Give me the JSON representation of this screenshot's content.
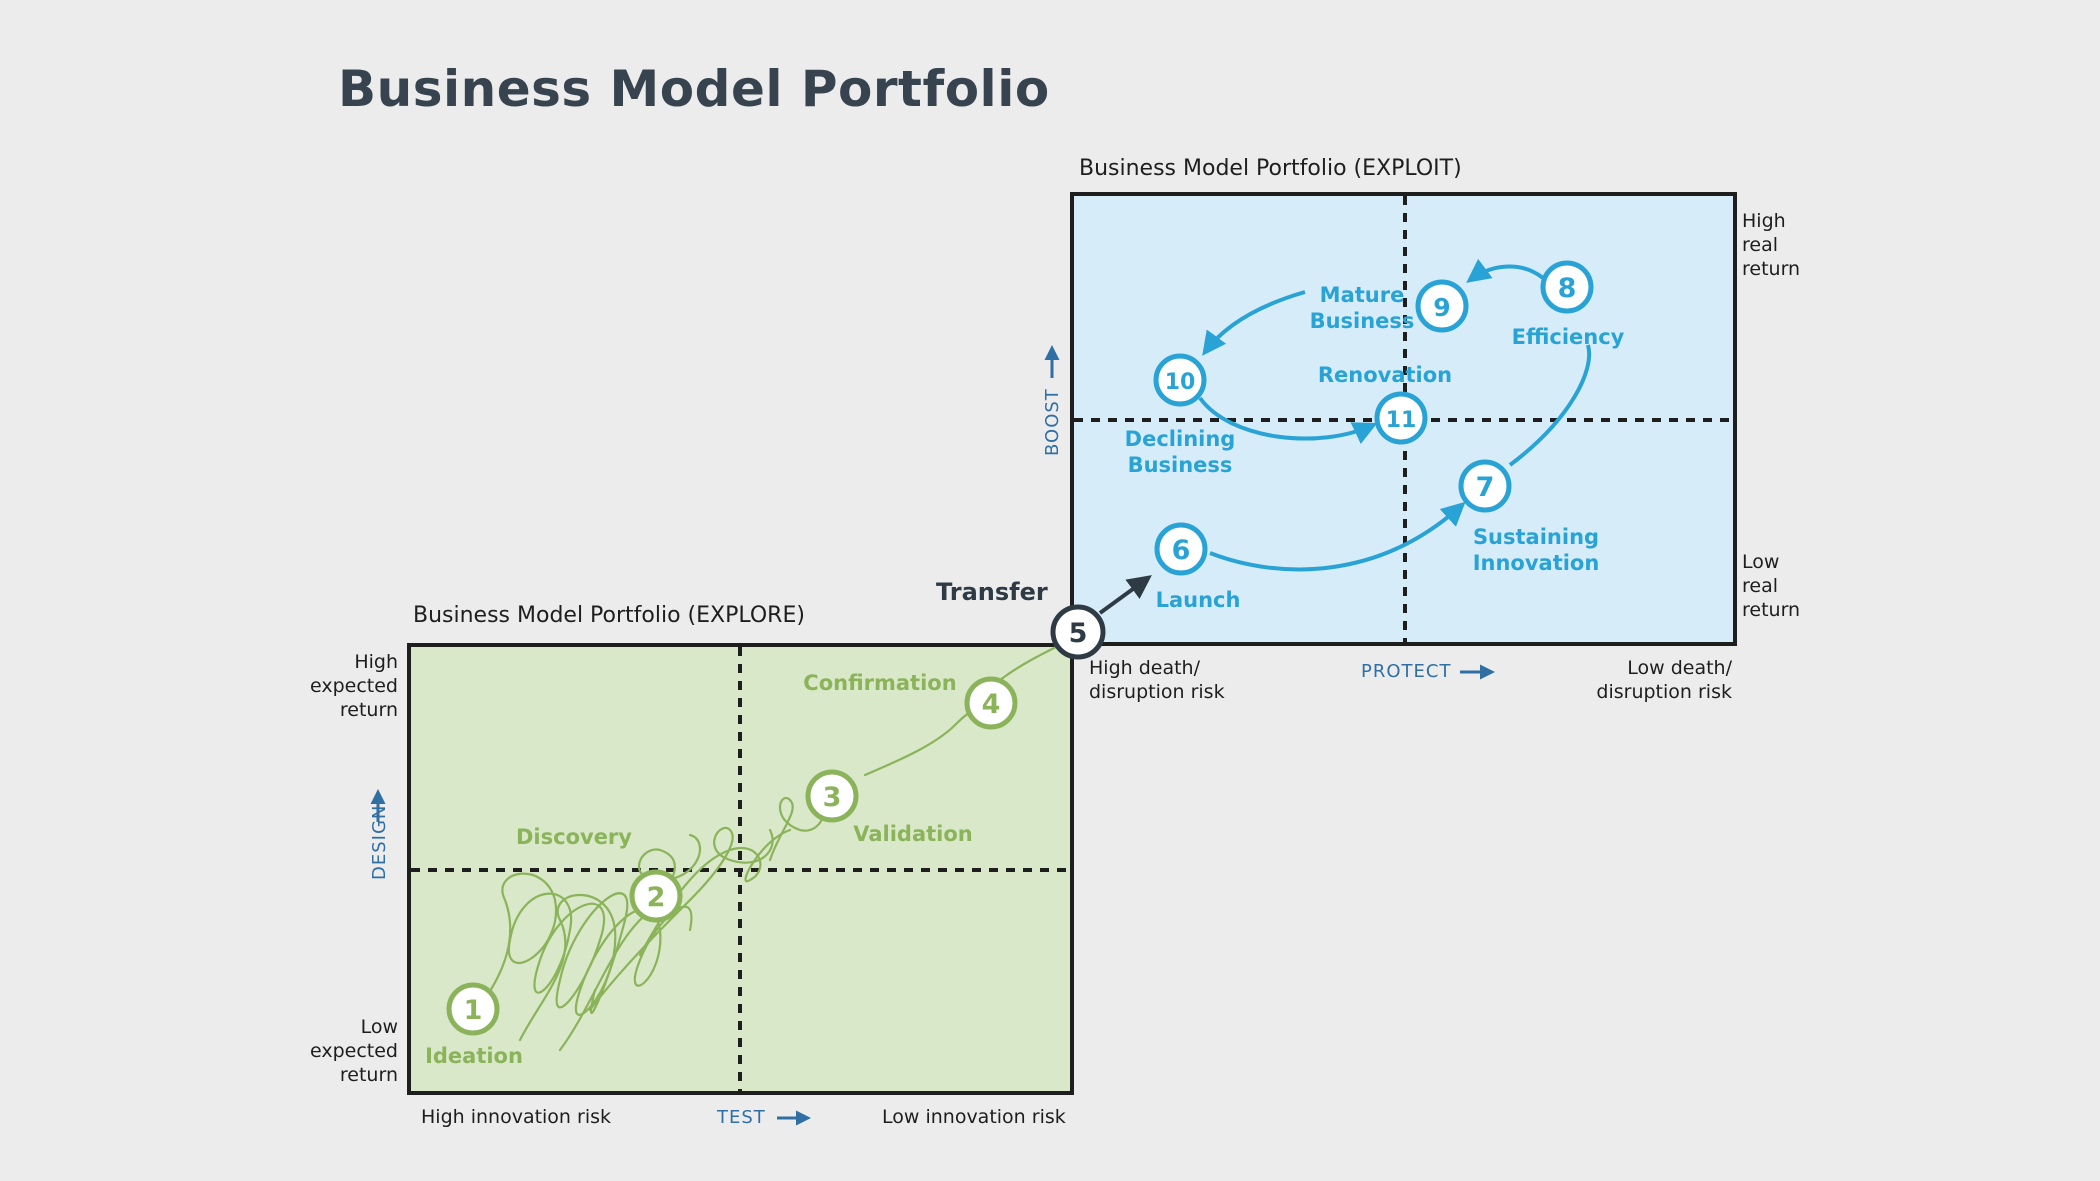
{
  "title": "Business Model Portfolio",
  "explore": {
    "title": "Business Model Portfolio (EXPLORE)",
    "y_high": "High expected return",
    "y_low": "Low expected return",
    "x_left": "High innovation risk",
    "x_right": "Low innovation risk",
    "x_axis": "TEST",
    "y_axis": "DESIGN",
    "color": "#8ab35a",
    "fill": "#d9e8c8",
    "steps": [
      {
        "num": "1",
        "label": "Ideation"
      },
      {
        "num": "2",
        "label": "Discovery"
      },
      {
        "num": "3",
        "label": "Validation"
      },
      {
        "num": "4",
        "label": "Confirmation"
      }
    ]
  },
  "transfer": {
    "num": "5",
    "label": "Transfer"
  },
  "exploit": {
    "title": "Business Model Portfolio (EXPLOIT)",
    "y_high": "High real return",
    "y_low": "Low real return",
    "x_left": "High death/ disruption risk",
    "x_right": "Low death/ disruption risk",
    "x_axis": "PROTECT",
    "y_axis": "BOOST",
    "color": "#29a3d6",
    "fill": "#d6ecf9",
    "steps": [
      {
        "num": "6",
        "label": "Launch"
      },
      {
        "num": "7",
        "label": "Sustaining Innovation"
      },
      {
        "num": "8",
        "label": "Efficiency"
      },
      {
        "num": "9",
        "label": "Mature Business"
      },
      {
        "num": "10",
        "label": "Declining Business"
      },
      {
        "num": "11",
        "label": "Renovation"
      }
    ]
  }
}
